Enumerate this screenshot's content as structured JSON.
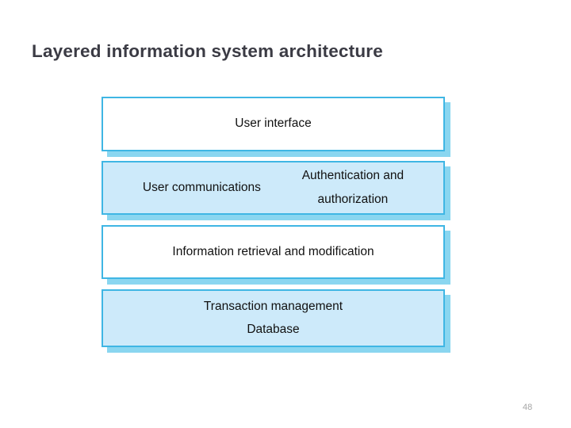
{
  "slide": {
    "title": "Layered information system architecture",
    "page_number": "48",
    "background_color": "#ffffff",
    "title_color": "#3b3b44",
    "page_number_color": "#a6a6a6"
  },
  "theme": {
    "border_color": "#3fb6e4",
    "shadow_color": "#8ad6f0",
    "fill_blue": "#cdeafa",
    "fill_white": "#ffffff",
    "text_color": "#111111"
  },
  "layers": [
    {
      "id": "user-interface",
      "fill": "white",
      "layout": "single",
      "lines": [
        "User interface"
      ]
    },
    {
      "id": "user-communications-auth",
      "fill": "blue",
      "layout": "split",
      "left_lines": [
        "User communications"
      ],
      "right_lines": [
        "Authentication and",
        "authorization"
      ]
    },
    {
      "id": "information-retrieval",
      "fill": "white",
      "layout": "single",
      "lines": [
        "Information retrieval and modification"
      ]
    },
    {
      "id": "transaction-database",
      "fill": "blue",
      "layout": "single",
      "lines": [
        "Transaction management",
        "Database"
      ]
    }
  ]
}
